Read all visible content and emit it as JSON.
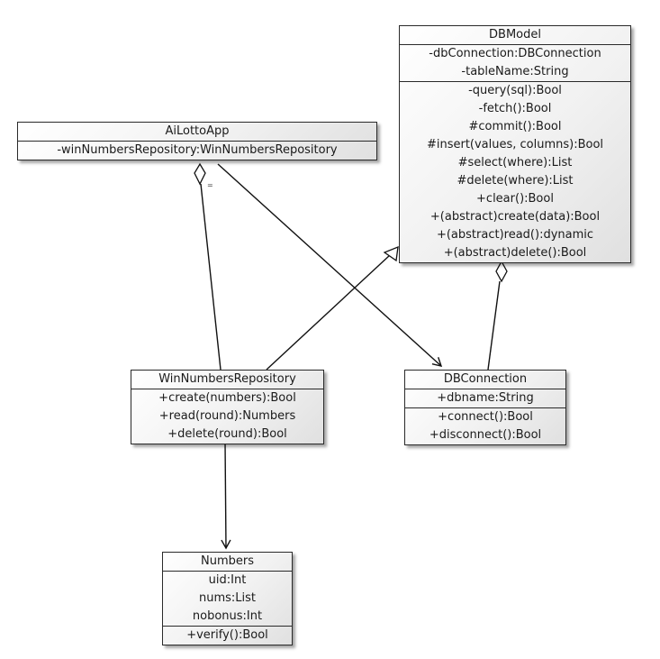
{
  "classes": {
    "dbmodel": {
      "name": "DBModel",
      "attributes": [
        "-dbConnection:DBConnection",
        "-tableName:String"
      ],
      "methods": [
        "-query(sql):Bool",
        "-fetch():Bool",
        "#commit():Bool",
        "#insert(values, columns):Bool",
        "#select(where):List",
        "#delete(where):List",
        "+clear():Bool",
        "+(abstract)create(data):Bool",
        "+(abstract)read():dynamic",
        "+(abstract)delete():Bool"
      ]
    },
    "ailottoapp": {
      "name": "AiLottoApp",
      "attributes": [
        "-winNumbersRepository:WinNumbersRepository"
      ],
      "methods": []
    },
    "winnumbersrepository": {
      "name": "WinNumbersRepository",
      "attributes": [],
      "methods": [
        "+create(numbers):Bool",
        "+read(round):Numbers",
        "+delete(round):Bool"
      ]
    },
    "dbconnection": {
      "name": "DBConnection",
      "attributes": [
        "+dbname:String"
      ],
      "methods": [
        "+connect():Bool",
        "+disconnect():Bool"
      ]
    },
    "numbers": {
      "name": "Numbers",
      "attributes": [
        "uid:Int",
        "nums:List",
        "nobonus:Int"
      ],
      "methods": [
        "+verify():Bool"
      ]
    }
  },
  "relations": {
    "aggregation_multiplicity": "="
  }
}
